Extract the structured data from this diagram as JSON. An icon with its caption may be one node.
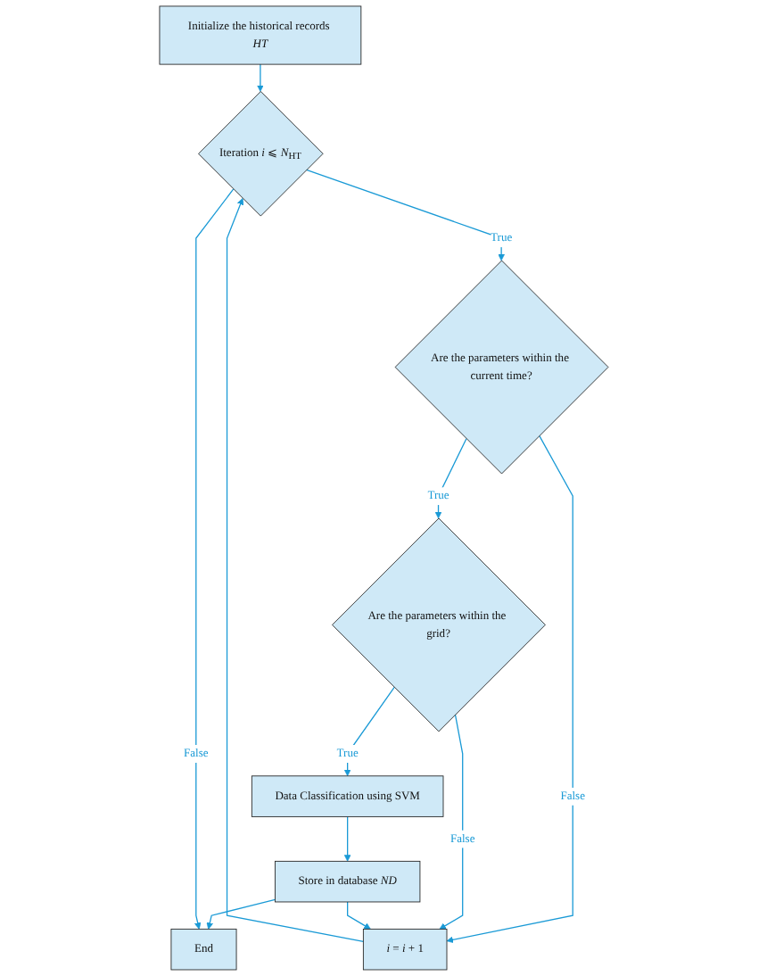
{
  "diagram": {
    "nodes": [
      {
        "text": [
          "Initialize the historical records *HT*"
        ]
      },
      {
        "text": [
          "Iteration *i* ⩽ *N*$_{HT}$"
        ]
      },
      {
        "text": [
          "Are the parameters within the current time?"
        ]
      },
      {
        "text": [
          "Are the parameters within the grid?"
        ]
      },
      {
        "text": [
          "Data Classification using SVM"
        ]
      },
      {
        "text": [
          "Store in database *ND*"
        ]
      },
      {
        "text": [
          "End"
        ]
      },
      {
        "text": [
          "*i* = *i* + 1"
        ]
      }
    ],
    "edges": [
      {
        "from": 0,
        "to": 1,
        "arrow": "to"
      },
      {
        "from": 1,
        "to": 2,
        "arrow": "to",
        "label": "True"
      },
      {
        "from": 2,
        "to": 3,
        "arrow": "to",
        "label": "True"
      },
      {
        "from": 3,
        "to": 4,
        "arrow": "to",
        "label": "True"
      },
      {
        "from": 4,
        "to": 5,
        "arrow": "to"
      },
      {
        "from": 5,
        "to": 6,
        "arrow": "to"
      },
      {
        "from": 1,
        "to": 6,
        "arrow": "to",
        "label": "False"
      },
      {
        "from": 2,
        "to": 7,
        "arrow": "to",
        "label": "False"
      },
      {
        "from": 3,
        "to": 7,
        "arrow": "to",
        "label": "False"
      },
      {
        "from": 5,
        "to": 7,
        "arrow": "to"
      },
      {
        "from": 7,
        "to": 1,
        "arrow": "to"
      }
    ]
  }
}
